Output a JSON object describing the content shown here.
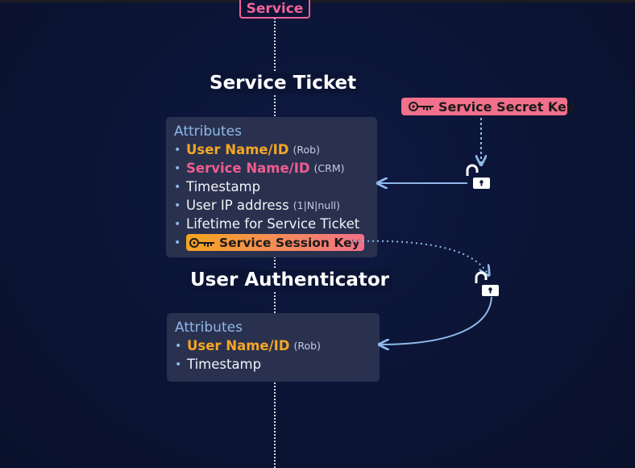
{
  "service_tag": "Service",
  "service_ticket": {
    "title": "Service Ticket",
    "header": "Attributes",
    "items": [
      {
        "label": "User Name/ID",
        "note": "(Rob)"
      },
      {
        "label": "Service Name/ID",
        "note": "(CRM)"
      },
      {
        "label": "Timestamp"
      },
      {
        "label": "User IP address",
        "note": "(1|N|null)"
      },
      {
        "label": "Lifetime for Service Ticket"
      },
      {
        "label": "Service Session Key"
      }
    ]
  },
  "user_authenticator": {
    "title": "User Authenticator",
    "header": "Attributes",
    "items": [
      {
        "label": "User Name/ID",
        "note": "(Rob)"
      },
      {
        "label": "Timestamp"
      }
    ]
  },
  "service_secret_key": "Service Secret Key",
  "icons": {
    "key": "key-icon",
    "lock": "open-padlock-icon",
    "bullet": "•"
  },
  "colors": {
    "background": "#0b1434",
    "card": "#29314f",
    "user_name": "#f5a623",
    "service_name": "#ee5d8f",
    "attributes_header": "#8fb8e8",
    "arrow": "#8fb8e8",
    "session_key_gradient": [
      "#f6a51f",
      "#f2708b"
    ],
    "secret_key_fill": "#f2708b"
  }
}
